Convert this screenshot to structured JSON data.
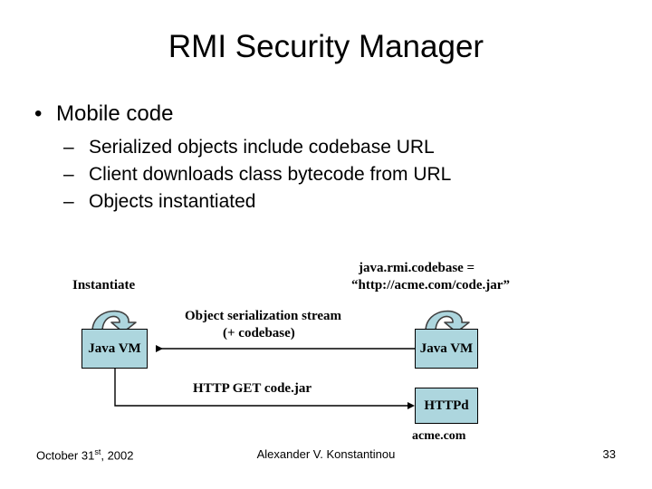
{
  "slide": {
    "title": "RMI Security Manager",
    "page_number": "33",
    "colors": {
      "box_fill": "#ADD6DE",
      "box_stroke": "#000000",
      "text": "#000000",
      "background": "#FFFFFF"
    }
  },
  "body": {
    "bullets": [
      {
        "level": 1,
        "marker": "•",
        "text": "Mobile code"
      },
      {
        "level": 2,
        "marker": "–",
        "text": "Serialized objects include codebase URL"
      },
      {
        "level": 2,
        "marker": "–",
        "text": "Client downloads class bytecode from URL"
      },
      {
        "level": 2,
        "marker": "–",
        "text": "Objects instantiated"
      }
    ]
  },
  "diagram": {
    "labels": {
      "instantiate": "Instantiate",
      "codebase_property": "java.rmi.codebase =",
      "codebase_value": "“http://acme.com/code.jar”",
      "stream_line1": "Object serialization stream",
      "stream_line2": "(+ codebase)",
      "http_get": "HTTP GET code.jar",
      "host": "acme.com"
    },
    "nodes": {
      "client_vm": "Java VM",
      "server_vm": "Java VM",
      "httpd": "HTTPd"
    }
  },
  "footer": {
    "date_main": "October 31",
    "date_sup": "st",
    "date_rest": ", 2002",
    "author": "Alexander V. Konstantinou",
    "page": "33"
  }
}
